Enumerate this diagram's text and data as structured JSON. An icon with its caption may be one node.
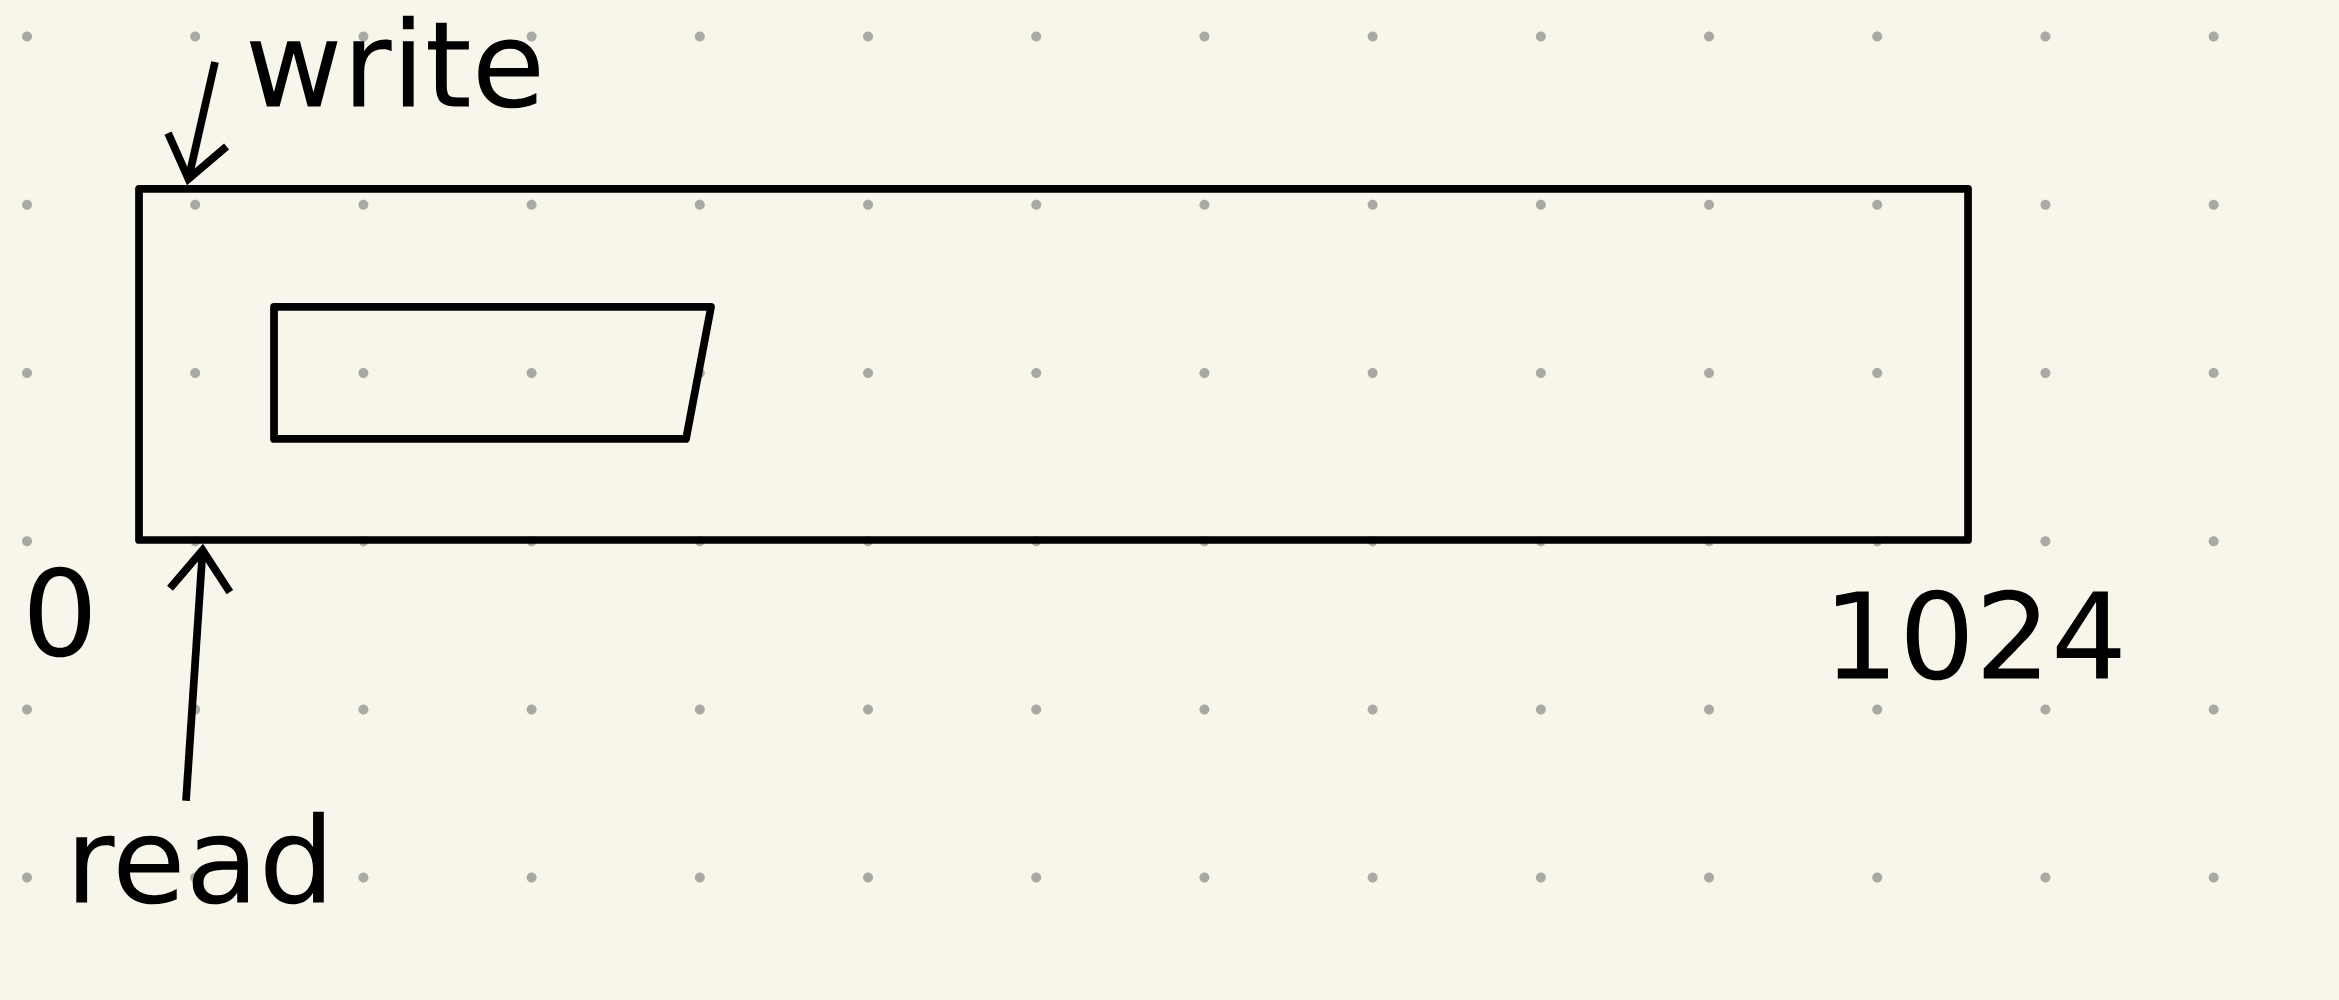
{
  "diagram": {
    "nodes": [
      {
        "text": [],
        "shape": "box"
      },
      {
        "text": [],
        "shape": "box",
        "in": 0
      },
      {
        "text": [
          "write"
        ]
      },
      {
        "text": [
          "read"
        ]
      }
    ],
    "edges": [
      {
        "from": 2,
        "to": 0,
        "arrow": "to"
      },
      {
        "from": 3,
        "to": 0,
        "arrow": "to"
      }
    ],
    "labels": [
      "0",
      "1024"
    ]
  }
}
